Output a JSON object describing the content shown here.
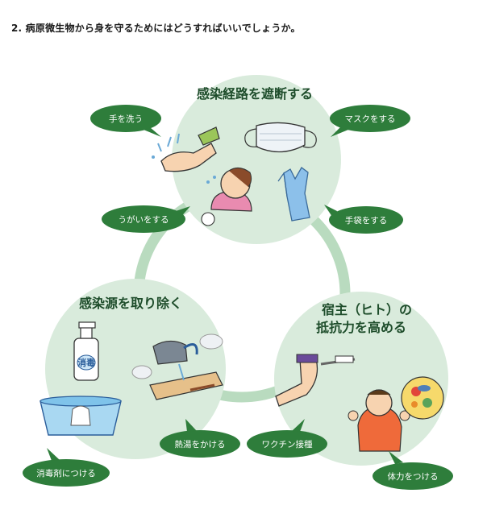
{
  "question": "2. 病原微生物から身を守るためにはどうすればいいでしょうか。",
  "groups": {
    "route": {
      "heading": "感染経路を遮断する",
      "actions": [
        "手を洗う",
        "マスクをする",
        "うがいをする",
        "手袋をする"
      ]
    },
    "source": {
      "heading": "感染源を取り除く",
      "actions": [
        "熱湯をかける",
        "消毒剤につける"
      ],
      "bottle_label": "消毒"
    },
    "host": {
      "heading_line1": "宿主（ヒト）の",
      "heading_line2": "抵抗力を高める",
      "actions": [
        "ワクチン接種",
        "体力をつける"
      ]
    }
  },
  "colors": {
    "bubble_green": "#2e7d3b",
    "circle_fill": "#d9ebdc",
    "ring": "#b9dbbf",
    "heading": "#1e4d2b"
  }
}
